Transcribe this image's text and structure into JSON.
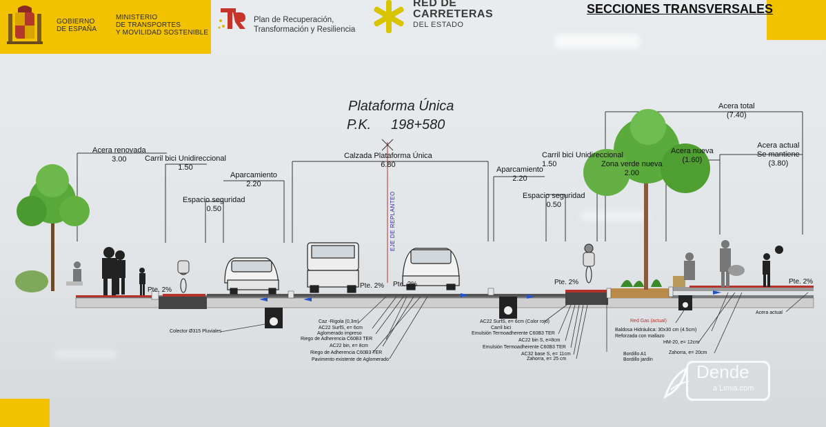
{
  "header": {
    "gobierno": [
      "GOBIERNO",
      "DE ESPAÑA"
    ],
    "ministerio": [
      "MINISTERIO",
      "DE TRANSPORTES",
      "Y MOVILIDAD SOSTENIBLE"
    ],
    "plan": [
      "Plan de Recuperación,",
      "Transformación y Resiliencia"
    ],
    "red_carreteras": [
      "RED DE",
      "CARRETERAS"
    ],
    "del_estado": "DEL ESTADO",
    "section_title": "SECCIONES TRANSVERSALES"
  },
  "diagram": {
    "title": "Plataforma Única",
    "pk_label": "P.K.",
    "pk_value": "198+580",
    "axis_label": "EJE DE REPLANTEO",
    "dimensions": [
      {
        "name": "Acera renovada",
        "value": "3.00"
      },
      {
        "name": "Carril bici Unidireccional",
        "value": "1.50"
      },
      {
        "name": "Espacio seguridad",
        "value": "0.50"
      },
      {
        "name": "Aparcamiento",
        "value": "2.20"
      },
      {
        "name": "Calzada Plataforma Única",
        "value": "6.80"
      },
      {
        "name": "Aparcamiento",
        "value": "2.20"
      },
      {
        "name": "Espacio seguridad",
        "value": "0.50"
      },
      {
        "name": "Carril bici Unidireccional",
        "value": "1.50"
      },
      {
        "name": "Zona verde nueva",
        "value": "2.00"
      },
      {
        "name": "Acera nueva",
        "value": "(1.60)"
      },
      {
        "name": "Acera actual",
        "value": "Se mantiene"
      },
      {
        "name": "",
        "value": "(3.80)"
      },
      {
        "name": "Acera total",
        "value": "(7.40)"
      }
    ],
    "slopes": [
      "Pte. 2%",
      "Pte. 2%",
      "Pte. 2%",
      "Pte. 2%",
      "Pte. 2%"
    ],
    "layers_left": [
      "Colector Ø315 Pluviales",
      "Caz -Rigola (0,3m)",
      "AC22 SurfS, e= 6cm",
      "Aglomerado impreso",
      "Riego de Adherencia C60B3 TER",
      "AC22 bin, e= 8cm",
      "Riego de Adherencia C60B3 TER",
      "Pavimento existente de Aglomerado"
    ],
    "layers_right": [
      "AC22 SurfS, e= 6cm (Color rojo)",
      "Carril bici",
      "Emulsión Termoadherente C60B3 TER",
      "AC22 bin S, e=8cm",
      "Emulsión Termoadherente C60B3 TER",
      "AC32 base S, e= 11cm",
      "Zahorra, e= 25 cm"
    ],
    "layers_far_right": [
      "Red Gas (actual)",
      "Baldosa Hidráulica: 30x30 cm (4.5cm)",
      "Reforzada con mallazo",
      "HM-20, e= 12cm",
      "Zahorra, e= 20cm",
      "Bordillo A1",
      "Bordillo jardín",
      "Acera actual"
    ]
  },
  "watermark": {
    "brand": "Dende",
    "sub": "a Limia.com"
  },
  "colors": {
    "accent_yellow": "#f2c200",
    "red_line": "#b4322a",
    "road": "#6b6b6b",
    "gravel": "#c9c9c9"
  }
}
